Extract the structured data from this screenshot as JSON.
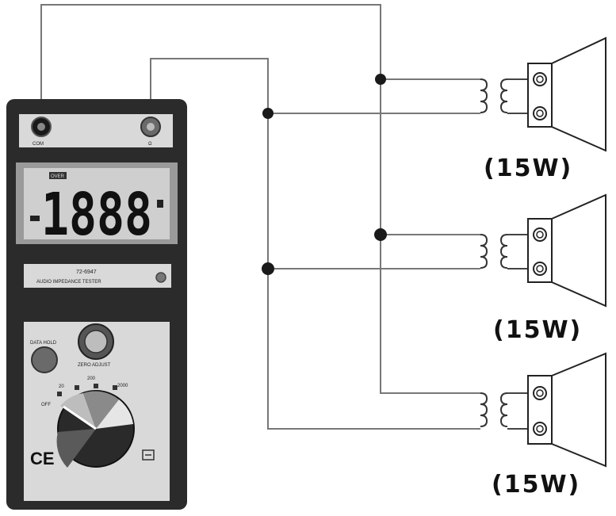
{
  "meter": {
    "jack_left_label": "COM",
    "jack_right_label": "Ω",
    "lcd_tag": "OVER",
    "lcd_digits": "1888",
    "model_line": "72-6947",
    "title_line": "AUDIO IMPEDANCE TESTER",
    "hold_label": "DATA HOLD",
    "zero_label": "ZERO ADJUST",
    "dial": {
      "off": "OFF",
      "r20": "20",
      "r200": "200",
      "r2000": "2000"
    },
    "ce": "CE"
  },
  "speakers": [
    {
      "label": "(15W)"
    },
    {
      "label": "(15W)"
    },
    {
      "label": "(15W)"
    }
  ],
  "colors": {
    "meter_body": "#2b2b2b",
    "panel_light": "#d9d9d9",
    "lcd_bg": "#cfcfcf",
    "wire": "#777777",
    "node": "#1a1a1a"
  }
}
